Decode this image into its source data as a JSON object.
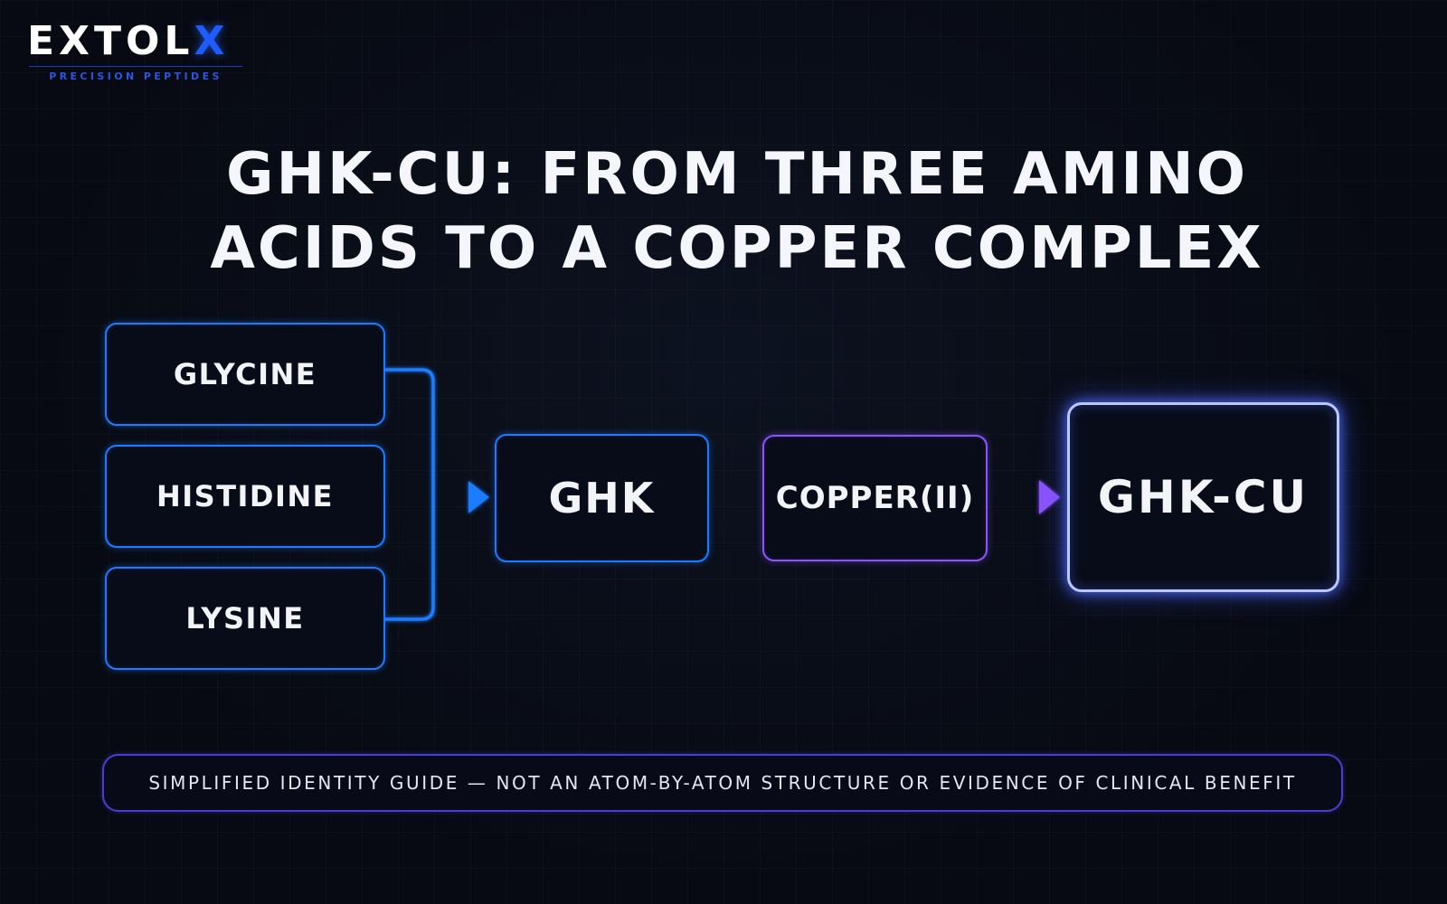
{
  "logo": {
    "word_main": "EXTOL",
    "word_accent": "X",
    "tagline": "PRECISION PEPTIDES"
  },
  "title": {
    "line1": "GHK-CU: FROM THREE AMINO",
    "line2": "ACIDS TO A COPPER COMPLEX"
  },
  "nodes": {
    "amino_acids": [
      "GLYCINE",
      "HISTIDINE",
      "LYSINE"
    ],
    "peptide": "GHK",
    "metal": "COPPER(II)",
    "complex": "GHK-CU"
  },
  "disclaimer": "SIMPLIFIED IDENTITY GUIDE — NOT AN ATOM-BY-ATOM STRUCTURE OR EVIDENCE OF CLINICAL BENEFIT",
  "colors": {
    "background": "#070a12",
    "blue_accent": "#1e7bff",
    "purple_accent": "#8c52ff",
    "final_glow": "#5a6eff",
    "logo_accent": "#1f5cff"
  }
}
